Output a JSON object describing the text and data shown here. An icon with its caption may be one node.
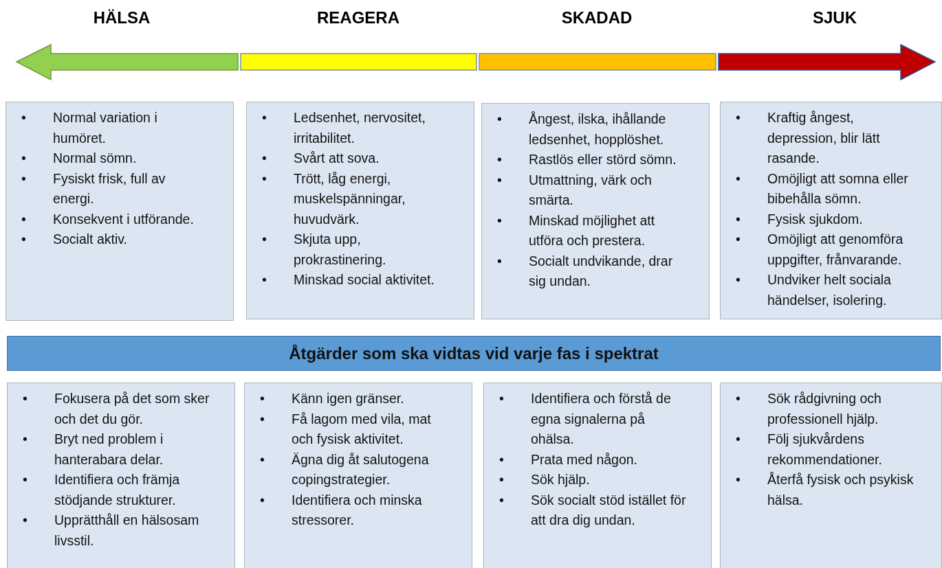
{
  "diagram": {
    "nodes": [
      {
        "text": [
          "HÄLSA"
        ]
      },
      {
        "text": [
          "REAGERA"
        ]
      },
      {
        "text": [
          "SKADAD"
        ]
      },
      {
        "text": [
          "SJUK"
        ]
      },
      {
        "text": [
          "• Normal variation i humöret.",
          "• Normal sömn.",
          "• Fysiskt frisk, full av energi.",
          "• Konsekvent i utförande.",
          "• Socialt aktiv."
        ]
      },
      {
        "text": [
          "• Ledsenhet, nervositet, irritabilitet.",
          "• Svårt att sova.",
          "• Trött, låg energi, muskelspänningar, huvudvärk.",
          "• Skjuta upp, prokrastinering.",
          "• Minskad social aktivitet."
        ]
      },
      {
        "text": [
          "• Ångest, ilska, ihållande ledsenhet, hopplöshet.",
          "• Rastlös eller störd sömn.",
          "• Utmattning, värk och smärta.",
          "• Minskad möjlighet att utföra och prestera.",
          "• Socialt undvikande, drar sig undan."
        ]
      },
      {
        "text": [
          "• Kraftig ångest, depression, blir lätt rasande.",
          "• Omöjligt att somna eller bibehålla sömn.",
          "• Fysisk sjukdom.",
          "• Omöjligt att genomföra uppgifter, frånvarande.",
          "• Undviker helt sociala händelser, isolering."
        ]
      },
      {
        "text": [
          "Åtgärder som ska vidtas vid varje fas i spektrat"
        ]
      },
      {
        "text": [
          "• Fokusera på det som sker och det du gör.",
          "• Bryt ned problem i hanterabara delar.",
          "• Identifiera och främja stödjande strukturer.",
          "• Upprätthåll en hälsosam livsstil."
        ]
      },
      {
        "text": [
          "• Känn igen gränser.",
          "• Få lagom med vila, mat och fysisk aktivitet.",
          "• Ägna dig åt salutogena copingstrategier.",
          "• Identifiera och minska stressorer."
        ]
      },
      {
        "text": [
          "• Identifiera och förstå de egna signalerna på ohälsa.",
          "• Prata med någon.",
          "• Sök hjälp.",
          "• Sök socialt stöd istället för att dra dig undan."
        ]
      },
      {
        "text": [
          "• Sök rådgivning och professionell hjälp.",
          "• Följ sjukvårdens rekommendationer.",
          "• Återfå fysisk och psykisk hälsa."
        ]
      }
    ],
    "edges": []
  }
}
